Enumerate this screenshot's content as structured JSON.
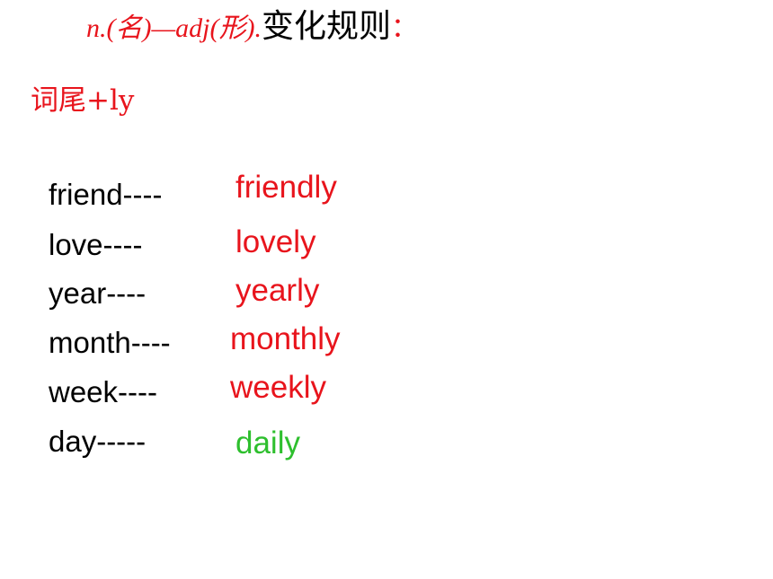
{
  "slide": {
    "title": {
      "red_part": "n.(名)—adj(形).",
      "black_part": "变化规则",
      "colon": "："
    },
    "rule": "词尾+ly",
    "pairs": [
      {
        "noun": "friend----",
        "adjective": "friendly",
        "color": "#e8141c"
      },
      {
        "noun": "love----",
        "adjective": "lovely",
        "color": "#e8141c"
      },
      {
        "noun": "year----",
        "adjective": "yearly",
        "color": "#e8141c"
      },
      {
        "noun": "month----",
        "adjective": "monthly",
        "color": "#e8141c"
      },
      {
        "noun": "week----",
        "adjective": "weekly",
        "color": "#e8141c"
      },
      {
        "noun": "day-----",
        "adjective": "daily",
        "color": "#2ebf2e"
      }
    ]
  }
}
